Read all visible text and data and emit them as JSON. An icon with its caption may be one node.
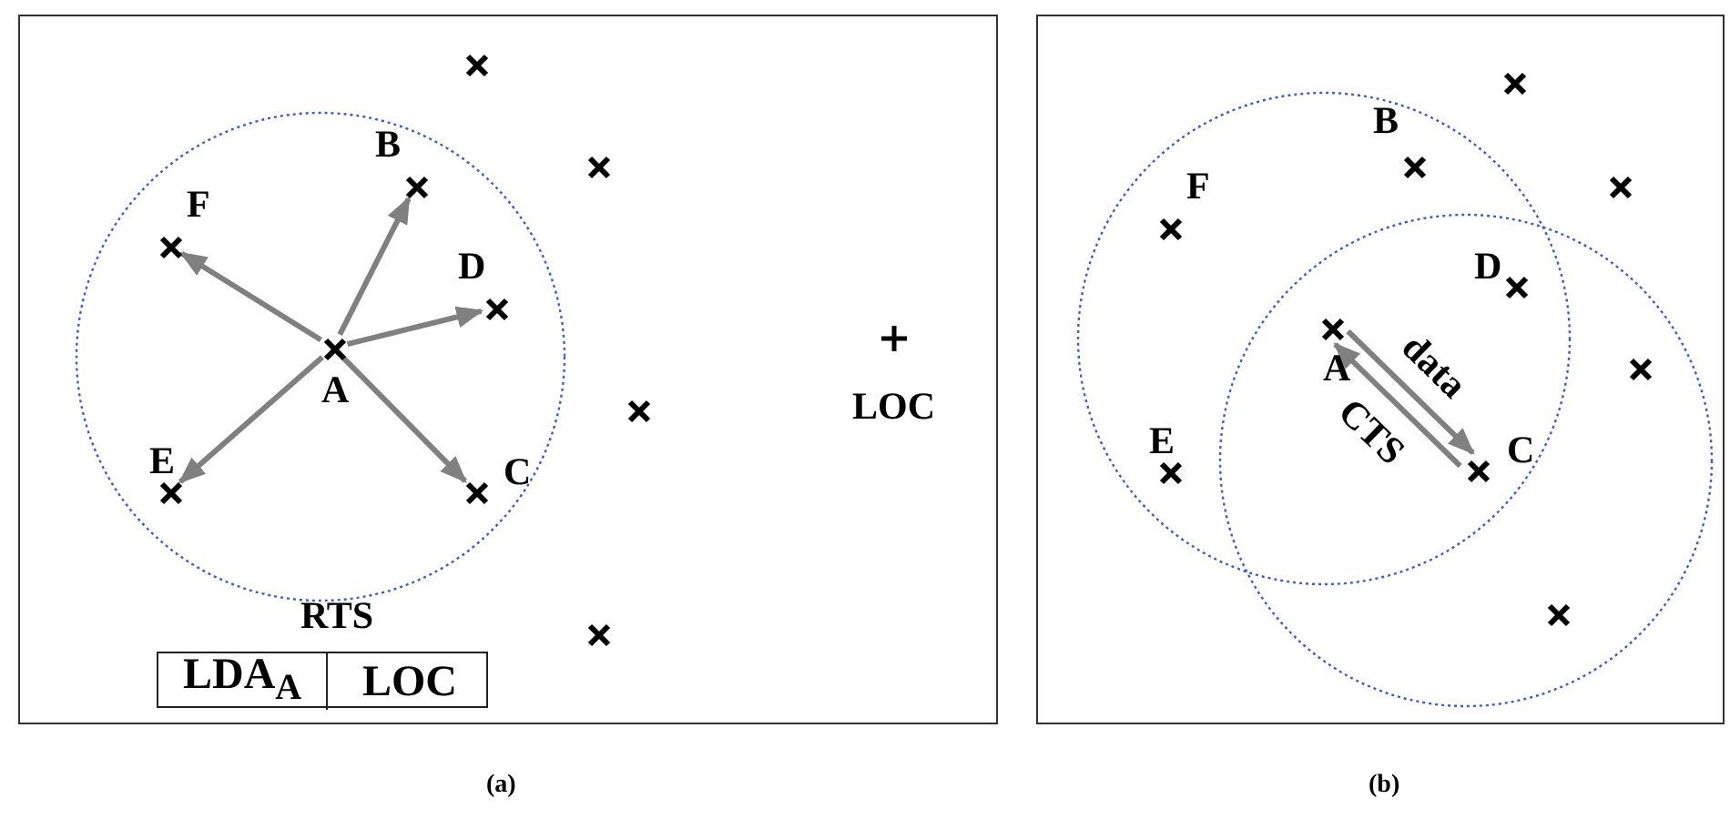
{
  "diagram": {
    "nodes": [
      {
        "text": [],
        "shape": "box",
        "beside": [
          "(a)"
        ]
      },
      {
        "text": [
          "A"
        ],
        "in": 0
      },
      {
        "text": [
          "B"
        ],
        "in": 0
      },
      {
        "text": [
          "C"
        ],
        "in": 0
      },
      {
        "text": [
          "D"
        ],
        "in": 0
      },
      {
        "text": [
          "E"
        ],
        "in": 0
      },
      {
        "text": [
          "F"
        ],
        "in": 0
      },
      {
        "text": [],
        "shape": "cross",
        "in": 0
      },
      {
        "text": [],
        "shape": "cross",
        "in": 0
      },
      {
        "text": [],
        "shape": "cross",
        "in": 0
      },
      {
        "text": [],
        "shape": "cross",
        "in": 0
      },
      {
        "text": [
          "LOC"
        ],
        "in": 0
      },
      {
        "text": [
          "RTS"
        ],
        "in": 0
      },
      {
        "text": [
          "LDA$_{A}$"
        ],
        "in": 12
      },
      {
        "text": [
          "LOC"
        ],
        "in": 12
      },
      {
        "text": [],
        "shape": "box",
        "beside": [
          "(b)"
        ]
      },
      {
        "text": [
          "A"
        ],
        "in": 15
      },
      {
        "text": [
          "B"
        ],
        "in": 15
      },
      {
        "text": [
          "C"
        ],
        "in": 15
      },
      {
        "text": [
          "D"
        ],
        "in": 15
      },
      {
        "text": [
          "E"
        ],
        "in": 15
      },
      {
        "text": [
          "F"
        ],
        "in": 15
      },
      {
        "text": [],
        "shape": "cross",
        "in": 15
      },
      {
        "text": [],
        "shape": "cross",
        "in": 15
      },
      {
        "text": [],
        "shape": "cross",
        "in": 15
      },
      {
        "text": [],
        "shape": "cross",
        "in": 15
      }
    ],
    "edges": [
      {
        "from": 1,
        "to": 2,
        "arrow": "to"
      },
      {
        "from": 1,
        "to": 3,
        "arrow": "to"
      },
      {
        "from": 1,
        "to": 4,
        "arrow": "to"
      },
      {
        "from": 1,
        "to": 5,
        "arrow": "to"
      },
      {
        "from": 1,
        "to": 6,
        "arrow": "to"
      },
      {
        "from": 16,
        "to": 18,
        "arrow": "to",
        "label": "data"
      },
      {
        "from": 18,
        "to": 16,
        "arrow": "to",
        "label": "CTS"
      }
    ]
  }
}
